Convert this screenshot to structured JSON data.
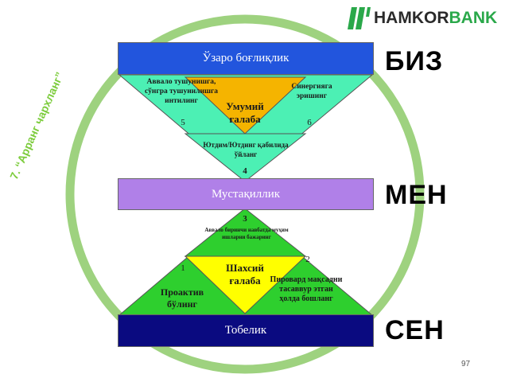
{
  "logo": {
    "brand_part1": "HAMKOR",
    "brand_part2": "BANK"
  },
  "side_title": "7. “Арранг чархланг”",
  "levels": {
    "biz": "БИЗ",
    "men": "МЕН",
    "sen": "СЕН"
  },
  "bars": {
    "top": "Ўзаро боғлиқлик",
    "middle": "Мустақиллик",
    "bottom": "Тобелик"
  },
  "upper_triangle": {
    "left_text": "Аввало тушунишга, сўнгра тушунилишга интилинг",
    "right_text": "Синергияга эришинг",
    "center_text": "Умумий ғалаба",
    "lower_text": "Ютдим/Ютдинг қабилида ўйланг",
    "num_left": "5",
    "num_right": "6",
    "num_bottom": "4"
  },
  "lower_triangle": {
    "num_top": "3",
    "top_text": "Аввало биринчи навбатда муҳим ишларни бажаринг",
    "center_text": "Шахсий ғалаба",
    "left_text": "Проактив бўлинг",
    "right_text": "Пировард мақсадни тасаввур этган ҳолда бошланг",
    "num_left": "1",
    "num_right": "2"
  },
  "page_number": "97",
  "colors": {
    "circle": "#9ed27f",
    "top_bar": "#2255dd",
    "middle_bar": "#b080e8",
    "bottom_bar": "#0a0a80",
    "green_fill": "#2ecf2e",
    "aqua_fill": "#4cf0b4",
    "yellow_fill": "#ffff00",
    "gold_fill": "#f5b400",
    "side_title": "#7ccc3c",
    "logo_green": "#2aa84a"
  }
}
